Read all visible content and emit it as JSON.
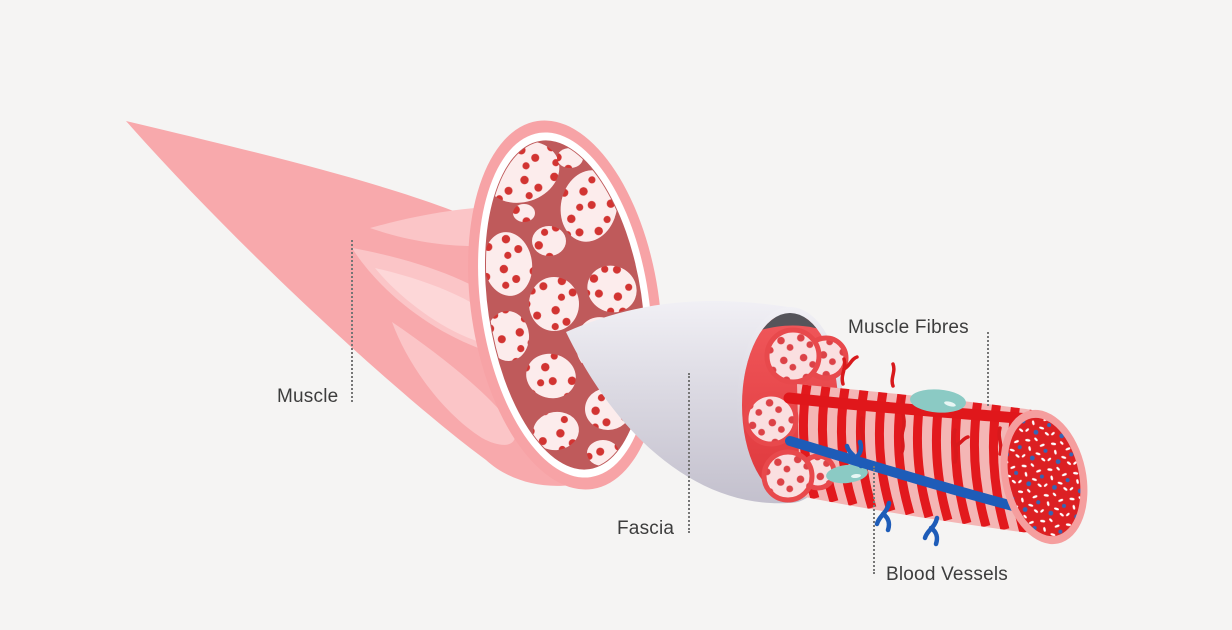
{
  "figure": {
    "labels": {
      "muscle": "Muscle",
      "fascia": "Fascia",
      "muscle_fibres": "Muscle Fibres",
      "blood_vessels": "Blood Vessels"
    }
  },
  "palette": {
    "background": "#f5f4f3",
    "muscle_body_pink": "#f8a9ac",
    "muscle_streak_pink": "#fbc5c7",
    "muscle_streak_light": "#fdd7d8",
    "cross_section_rim": "#f7a3a6",
    "cross_section_ring": "#ffffff",
    "cross_section_interior": "#bf5a5b",
    "fascicle_fill": "#fcecec",
    "fascicle_dot": "#d23432",
    "fascia_grey_light": "#f1f0f5",
    "fascia_grey_dark": "#c3c0cd",
    "fascia_mouth_dark": "#55545a",
    "bundle_red": "#ea4649",
    "bundle_face": "#fadfe0",
    "bundle_dot": "#dc4247",
    "fibre_body": "#f4b6b5",
    "striation_red": "#e2191d",
    "artery_red": "#e0171b",
    "vein_blue": "#1e5cb8",
    "capillary_red": "#d8191c",
    "cell_teal": "#8bcac4",
    "fibre_end_face": "#dc2023",
    "fibre_end_dot_blue": "#3465b5",
    "label_text": "#3d3d3d",
    "leader_dotted": "#767676"
  }
}
